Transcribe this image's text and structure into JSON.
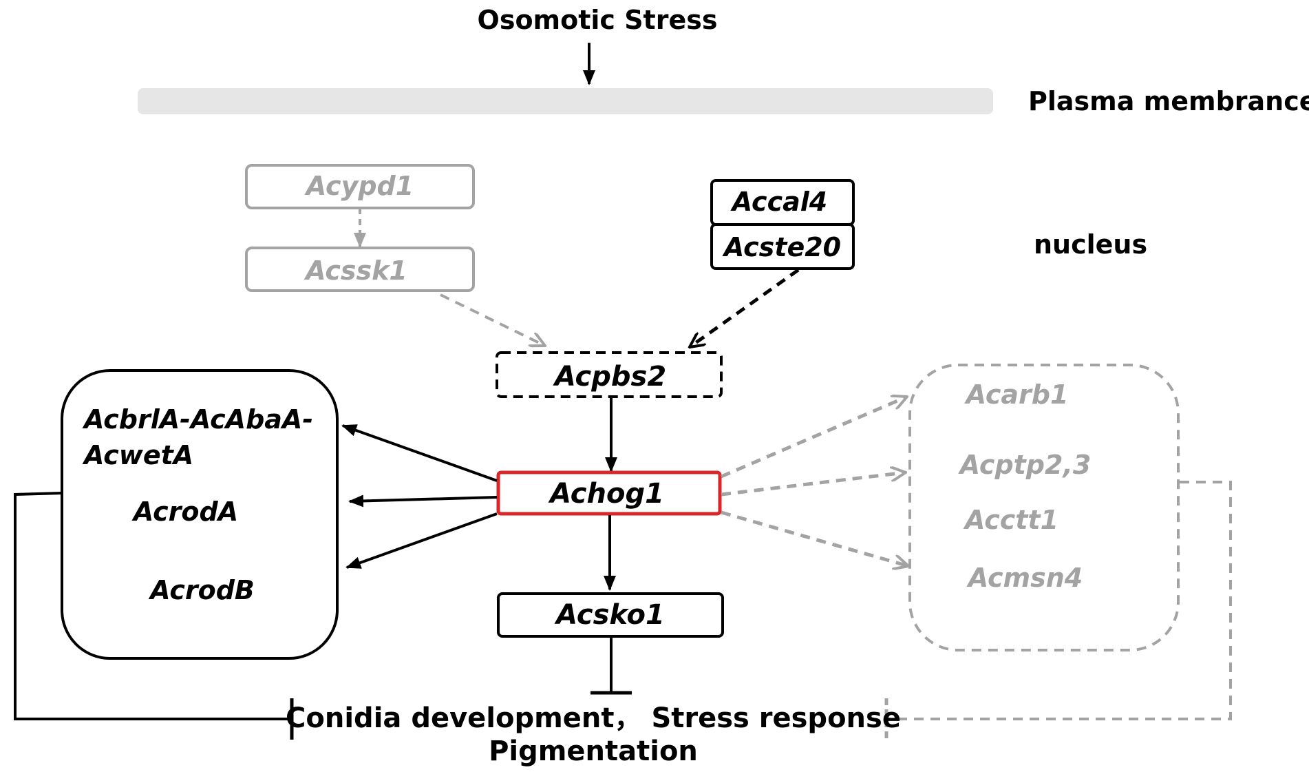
{
  "header": {
    "stimulus": "Osomotic Stress",
    "membrane_label": "Plasma membrance",
    "compartment_label": "nucleus"
  },
  "genes": {
    "acypd1": "Acypd1",
    "acssk1": "Acssk1",
    "accal4": "Accal4",
    "acste20": "Acste20",
    "acpbs2": "Acpbs2",
    "achog1": "Achog1",
    "acsko1": "Acsko1",
    "left_group": [
      "AcbrlA-AcAbaA-",
      "AcwetA",
      "AcrodA",
      "AcrodB"
    ],
    "right_group": [
      "Acarb1",
      "Acptp2,3",
      "Acctt1",
      "Acmsn4"
    ]
  },
  "outcomes": {
    "line1": "Conidia development， Stress response",
    "line2": "Pigmentation"
  },
  "colors": {
    "black": "#000000",
    "grey": "#a3a3a3",
    "membrane": "#e6e6e6",
    "highlight": "#d9262b"
  }
}
